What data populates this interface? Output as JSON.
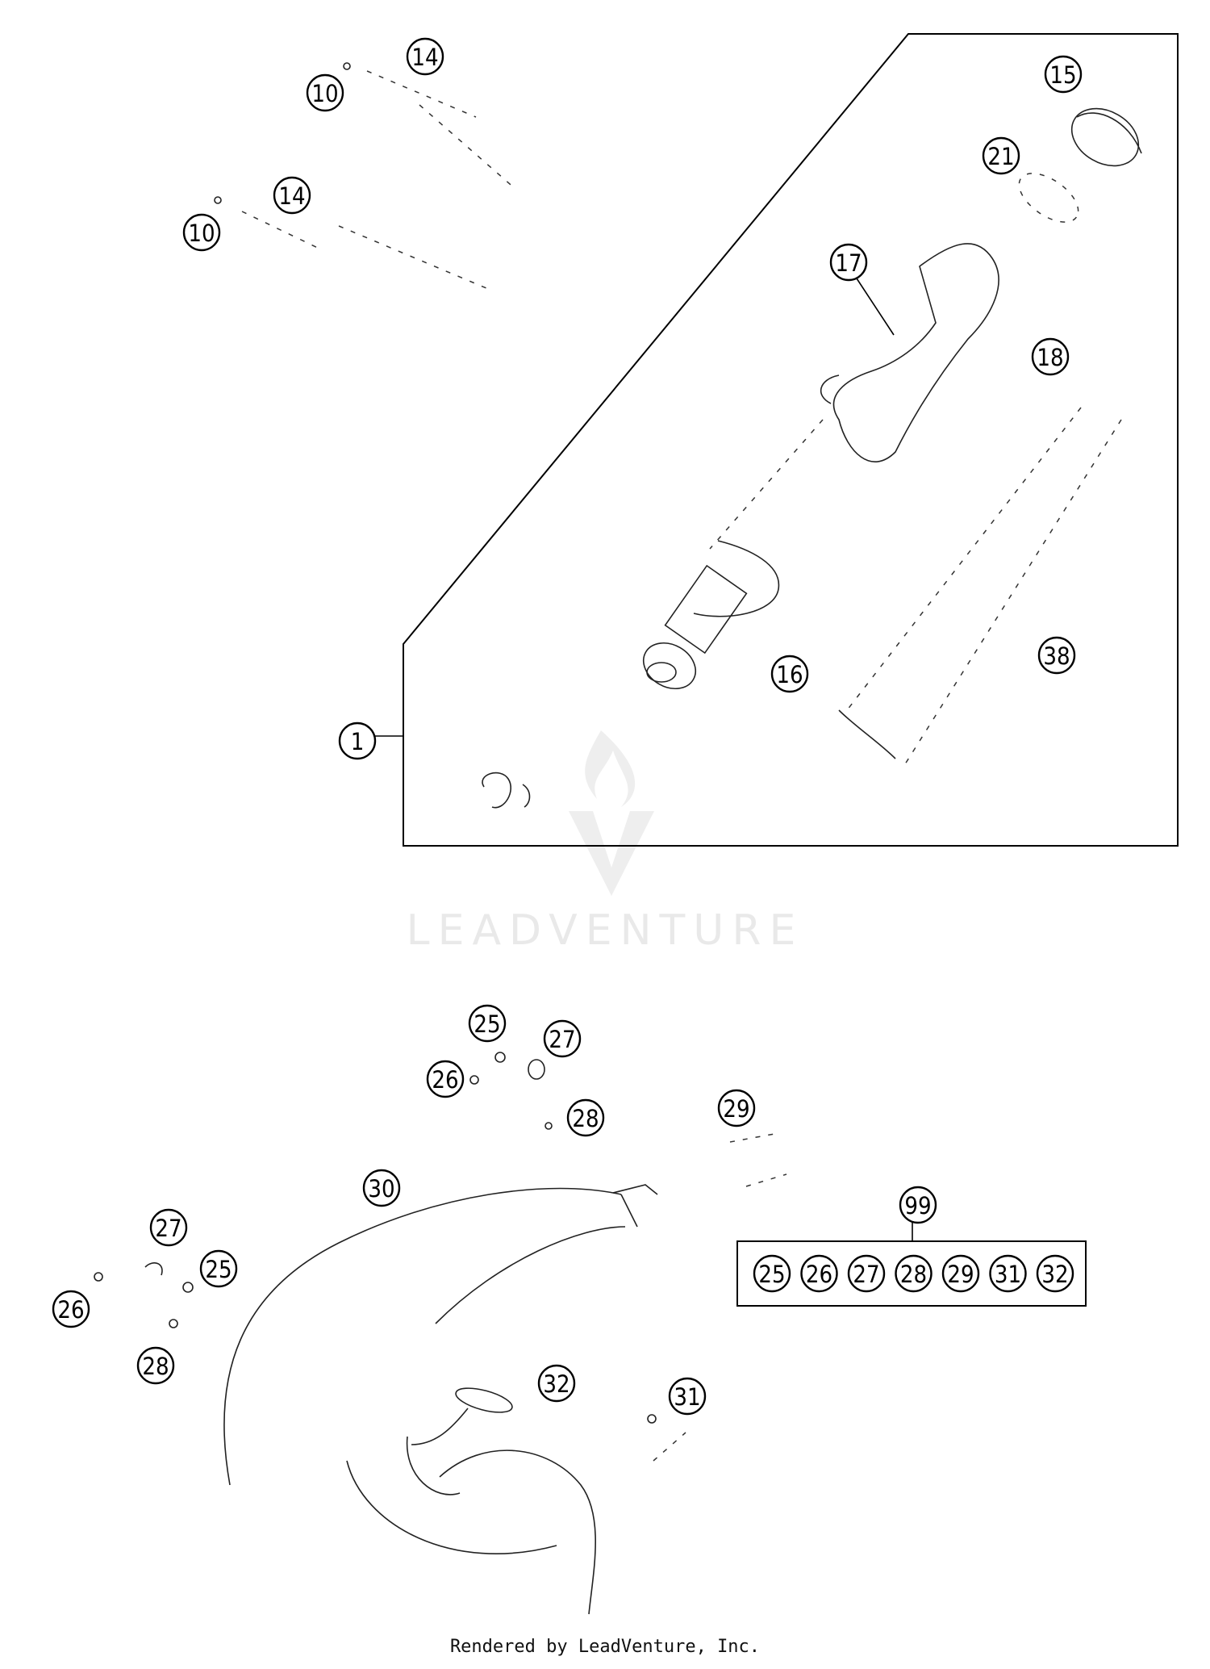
{
  "watermark": {
    "brand": "LEADVENTURE",
    "logo_icon": "flame-chevron-logo-icon"
  },
  "footer": {
    "text": "Rendered by LeadVenture, Inc."
  },
  "callouts": [
    {
      "id": "c10a",
      "label": "10"
    },
    {
      "id": "c14a",
      "label": "14"
    },
    {
      "id": "c10b",
      "label": "10"
    },
    {
      "id": "c14b",
      "label": "14"
    },
    {
      "id": "c1",
      "label": "1"
    },
    {
      "id": "c15",
      "label": "15"
    },
    {
      "id": "c21",
      "label": "21"
    },
    {
      "id": "c17",
      "label": "17"
    },
    {
      "id": "c18",
      "label": "18"
    },
    {
      "id": "c16",
      "label": "16"
    },
    {
      "id": "c38",
      "label": "38"
    },
    {
      "id": "c25a",
      "label": "25"
    },
    {
      "id": "c27a",
      "label": "27"
    },
    {
      "id": "c26a",
      "label": "26"
    },
    {
      "id": "c28a",
      "label": "28"
    },
    {
      "id": "c29",
      "label": "29"
    },
    {
      "id": "c30",
      "label": "30"
    },
    {
      "id": "c99",
      "label": "99"
    },
    {
      "id": "c27b",
      "label": "27"
    },
    {
      "id": "c25b",
      "label": "25"
    },
    {
      "id": "c26b",
      "label": "26"
    },
    {
      "id": "c28b",
      "label": "28"
    },
    {
      "id": "c32",
      "label": "32"
    },
    {
      "id": "c31",
      "label": "31"
    }
  ],
  "kit_box": {
    "labels": [
      "25",
      "26",
      "27",
      "28",
      "29",
      "31",
      "32"
    ]
  }
}
